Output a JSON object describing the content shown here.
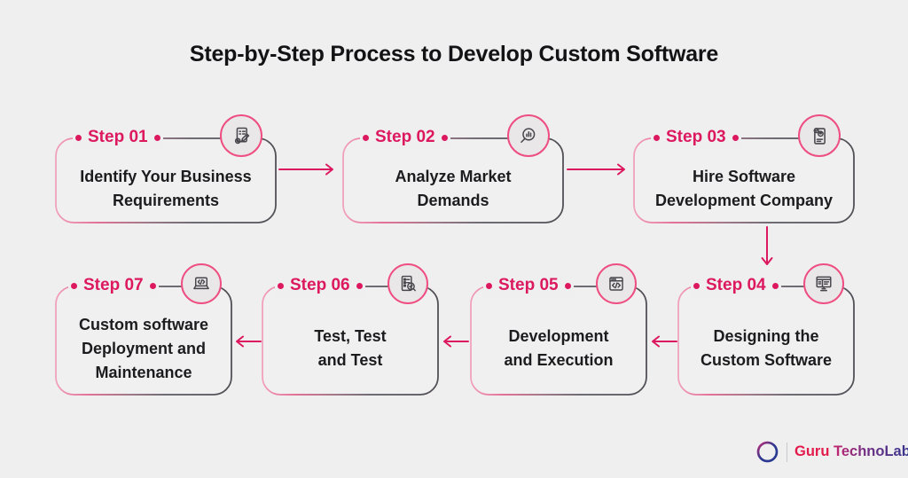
{
  "title": "Step-by-Step Process to Develop Custom Software",
  "steps": [
    {
      "label": "Step 01",
      "lines": [
        "Identify Your Business",
        "Requirements"
      ],
      "icon": "checklist-pencil-gear-icon"
    },
    {
      "label": "Step 02",
      "lines": [
        "Analyze Market",
        "Demands"
      ],
      "icon": "magnifier-bar-chart-icon"
    },
    {
      "label": "Step 03",
      "lines": [
        "Hire Software",
        "Development Company"
      ],
      "icon": "resume-candidate-icon"
    },
    {
      "label": "Step 04",
      "lines": [
        "Designing the",
        "Custom Software"
      ],
      "icon": "monitor-design-icon"
    },
    {
      "label": "Step 05",
      "lines": [
        "Development",
        "and Execution"
      ],
      "icon": "browser-code-icon"
    },
    {
      "label": "Step 06",
      "lines": [
        "Test, Test",
        "and Test"
      ],
      "icon": "test-checklist-magnifier-icon"
    },
    {
      "label": "Step 07",
      "lines": [
        "Custom software",
        "Deployment and",
        "Maintenance"
      ],
      "icon": "laptop-code-icon"
    }
  ],
  "logo": {
    "brand_first": "Guru",
    "brand_second": "TechnoLabs"
  },
  "colors": {
    "accent": "#dc195f",
    "border_dark": "#55535a",
    "bg": "#f0eff0",
    "circle_border": "#ee4e81",
    "circle_fill": "#e9e7e8",
    "ink": "#1c1c1e",
    "icon_stroke": "#48464c",
    "logo_red": "#e31b4c",
    "logo_blue": "#2b3990"
  }
}
